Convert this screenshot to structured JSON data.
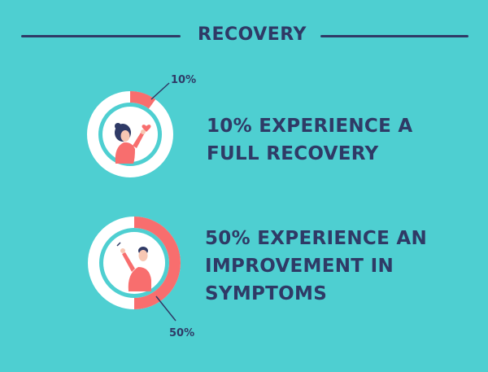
{
  "header": {
    "title": "RECOVERY"
  },
  "stats": [
    {
      "percent_label": "10%",
      "text_line1": "10% EXPERIENCE A",
      "text_line2": "FULL RECOVERY",
      "text_line3": "",
      "fraction": 0.1
    },
    {
      "percent_label": "50%",
      "text_line1": "50% EXPERIENCE AN",
      "text_line2": "IMPROVEMENT IN",
      "text_line3": "SYMPTOMS",
      "fraction": 0.5
    }
  ],
  "colors": {
    "background": "#4ecfd1",
    "navy": "#2f3a66",
    "coral": "#f86e6e",
    "ring": "#ffffff"
  },
  "icons": [
    "woman-with-heart-icon",
    "man-waving-icon"
  ]
}
